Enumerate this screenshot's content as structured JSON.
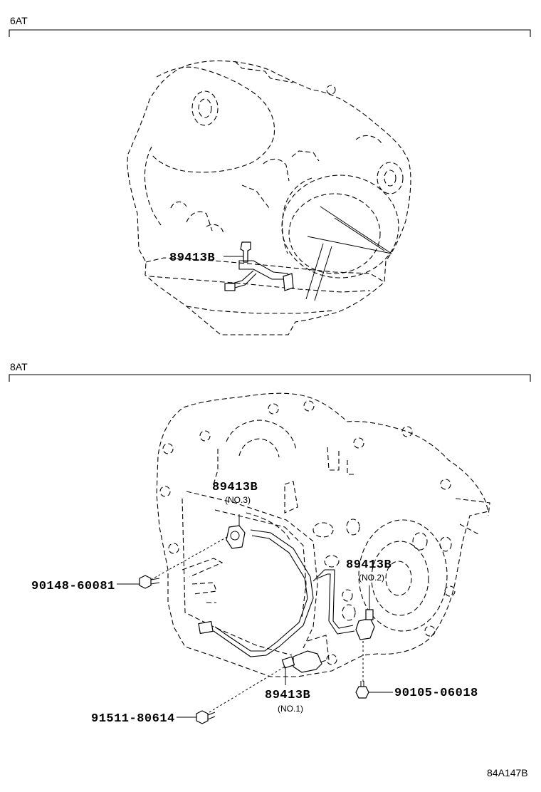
{
  "sections": [
    {
      "label": "6AT"
    },
    {
      "label": "8AT"
    }
  ],
  "callouts": {
    "sensor_6at": {
      "part": "89413B"
    },
    "sensor_no3": {
      "part": "89413B",
      "sub": "(NO.3)"
    },
    "sensor_no2": {
      "part": "89413B",
      "sub": "(NO.2)"
    },
    "sensor_no1": {
      "part": "89413B",
      "sub": "(NO.1)"
    },
    "bolt_left_upper": {
      "part": "90148-60081"
    },
    "bolt_left_lower": {
      "part": "91511-80614"
    },
    "bolt_right": {
      "part": "90105-06018"
    }
  },
  "reference_code": "84A147B"
}
